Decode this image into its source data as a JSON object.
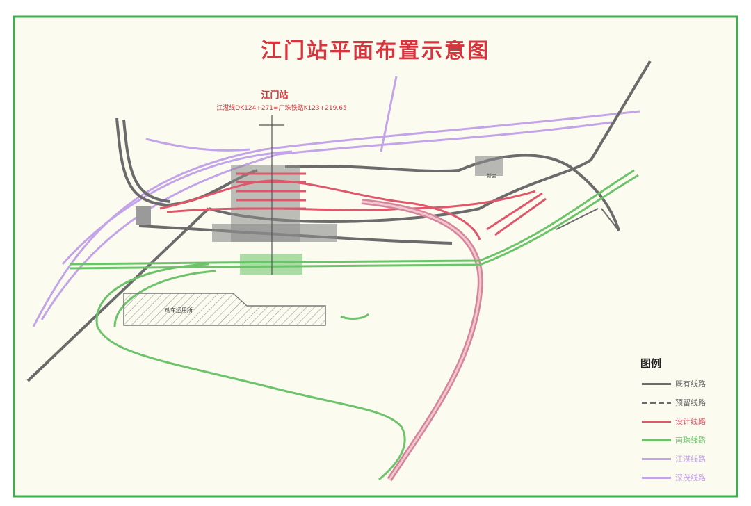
{
  "title": "江门站平面布置示意图",
  "station": {
    "name": "江门站",
    "km": "江湛线DK124+271=广珠铁路K123+219.65"
  },
  "depot_label": "动车运用所",
  "north_station_label": "新会",
  "legend": {
    "title": "图例",
    "items": [
      {
        "label": "既有线路",
        "color": "#6b6b6b",
        "style": "solid"
      },
      {
        "label": "预留线路",
        "color": "#6b6b6b",
        "style": "dashed"
      },
      {
        "label": "设计线路",
        "color": "#e0566a",
        "style": "solid"
      },
      {
        "label": "南珠线路",
        "color": "#6cc36a",
        "style": "solid"
      },
      {
        "label": "江湛线路",
        "color": "#c3a4e8",
        "style": "solid"
      },
      {
        "label": "深茂线路",
        "color": "#c3a4e8",
        "style": "solid"
      }
    ]
  },
  "colors": {
    "frame": "#3fae4f",
    "background": "#fbfbef",
    "existing": "#6b6b6b",
    "design": "#e0566a",
    "green_line": "#6cc36a",
    "purple_line": "#c3a4e8",
    "title_red": "#d8343d"
  }
}
